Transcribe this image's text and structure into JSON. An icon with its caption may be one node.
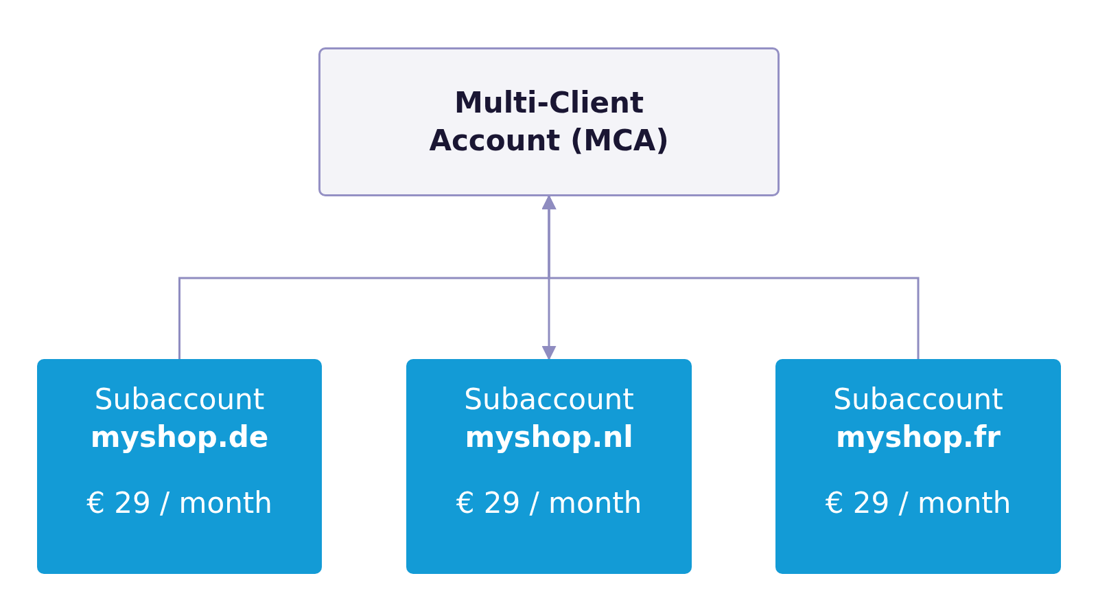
{
  "diagram": {
    "nodes": [
      {
        "text": [
          "Multi-Client Account (MCA)"
        ]
      },
      {
        "text": [
          "Subaccount **myshop.de**",
          "€ 29 / month"
        ]
      },
      {
        "text": [
          "Subaccount **myshop.nl**",
          "€ 29 / month"
        ]
      },
      {
        "text": [
          "Subaccount **myshop.fr**",
          "€ 29 / month"
        ]
      }
    ],
    "edges": [
      {
        "from": 1,
        "to": 0,
        "arrow": "to"
      },
      {
        "from": 2,
        "to": 0,
        "arrow": "both"
      },
      {
        "from": 3,
        "to": 0,
        "arrow": "to"
      }
    ]
  }
}
